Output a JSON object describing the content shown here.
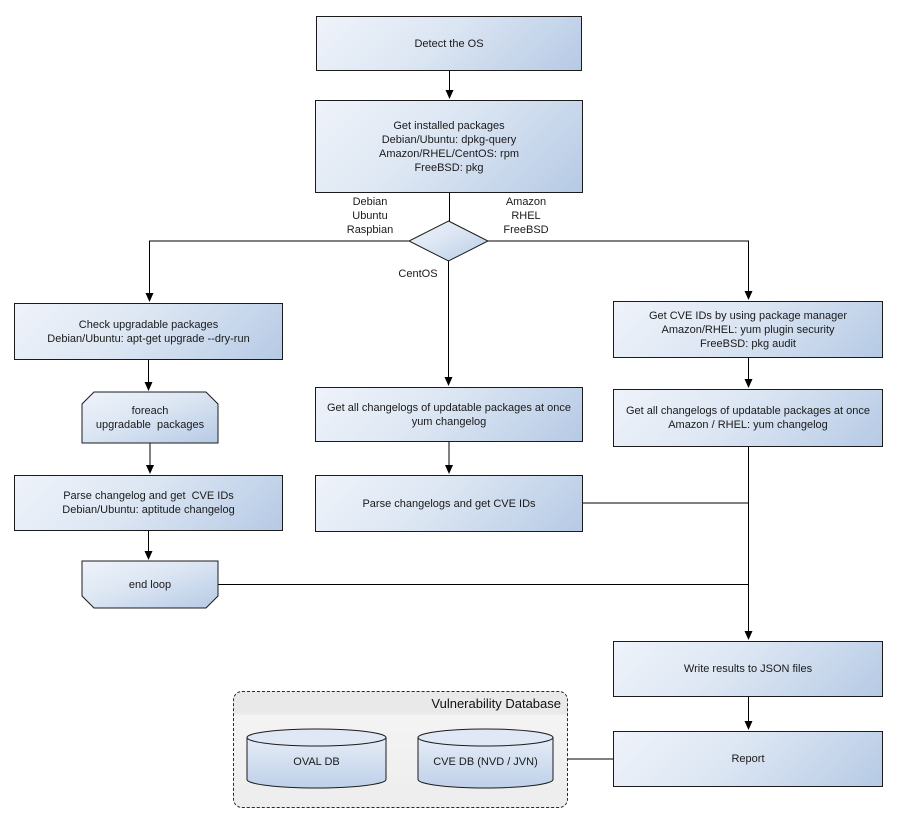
{
  "nodes": {
    "detect_os": {
      "label": "Detect the OS"
    },
    "get_installed_packages": {
      "label": "Get installed packages\nDebian/Ubuntu: dpkg-query\nAmazon/RHEL/CentOS: rpm\nFreeBSD: pkg"
    },
    "check_upgradable": {
      "label": "Check upgradable packages\nDebian/Ubuntu: apt-get upgrade --dry-run"
    },
    "foreach_loop": {
      "label": "foreach\nupgradable  packages"
    },
    "parse_changelog_deb": {
      "label": "Parse changelog and get  CVE IDs\nDebian/Ubuntu: aptitude changelog"
    },
    "end_loop": {
      "label": "end loop"
    },
    "get_changelogs_centos": {
      "label": "Get all changelogs of updatable packages at once\nyum changelog"
    },
    "parse_changelogs_centos": {
      "label": "Parse changelogs and get CVE IDs"
    },
    "get_cve_ids_pkg_mgr": {
      "label": "Get CVE IDs by using package manager\nAmazon/RHEL: yum plugin security\nFreeBSD: pkg audit"
    },
    "get_changelogs_amazon": {
      "label": "Get all changelogs of updatable packages at once\nAmazon / RHEL: yum changelog"
    },
    "write_json": {
      "label": "Write results to JSON files"
    },
    "report": {
      "label": "Report"
    }
  },
  "branch_labels": {
    "left": "Debian\nUbuntu\nRaspbian",
    "right": "Amazon\nRHEL\nFreeBSD",
    "bottom": "CentOS"
  },
  "database": {
    "title": "Vulnerability Database",
    "cylinders": [
      {
        "label": "OVAL DB"
      },
      {
        "label": "CVE DB (NVD / JVN)"
      }
    ]
  },
  "colors": {
    "node_gradient_start": "#eff3fa",
    "node_gradient_end": "#b6cae5",
    "node_border": "#1b1b1b",
    "connector": "#000000",
    "db_container_bg": "#ededed",
    "cylinder_top": "#dfe8f4"
  }
}
